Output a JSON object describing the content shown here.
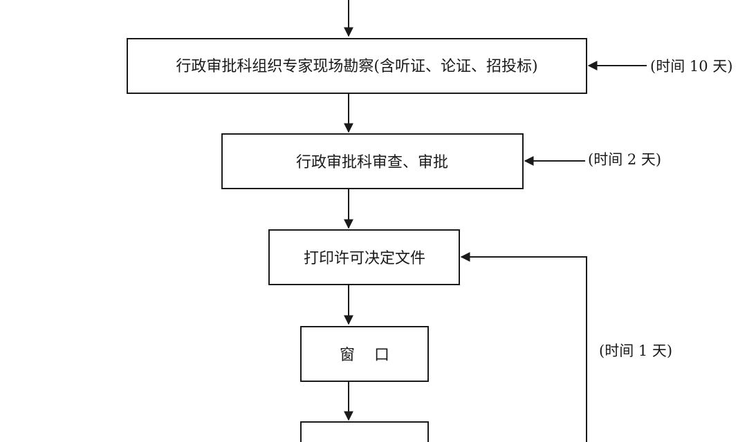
{
  "flow": {
    "steps": {
      "site_survey": "行政审批科组织专家现场勘察(含听证、论证、招投标)",
      "review_approve": "行政审批科审查、审批",
      "print_decision": "打印许可决定文件",
      "window": "窗口"
    },
    "notes": {
      "survey_time": "(时间 10 天)",
      "review_time": "(时间 2 天)",
      "print_time": "(时间 1 天)"
    }
  }
}
